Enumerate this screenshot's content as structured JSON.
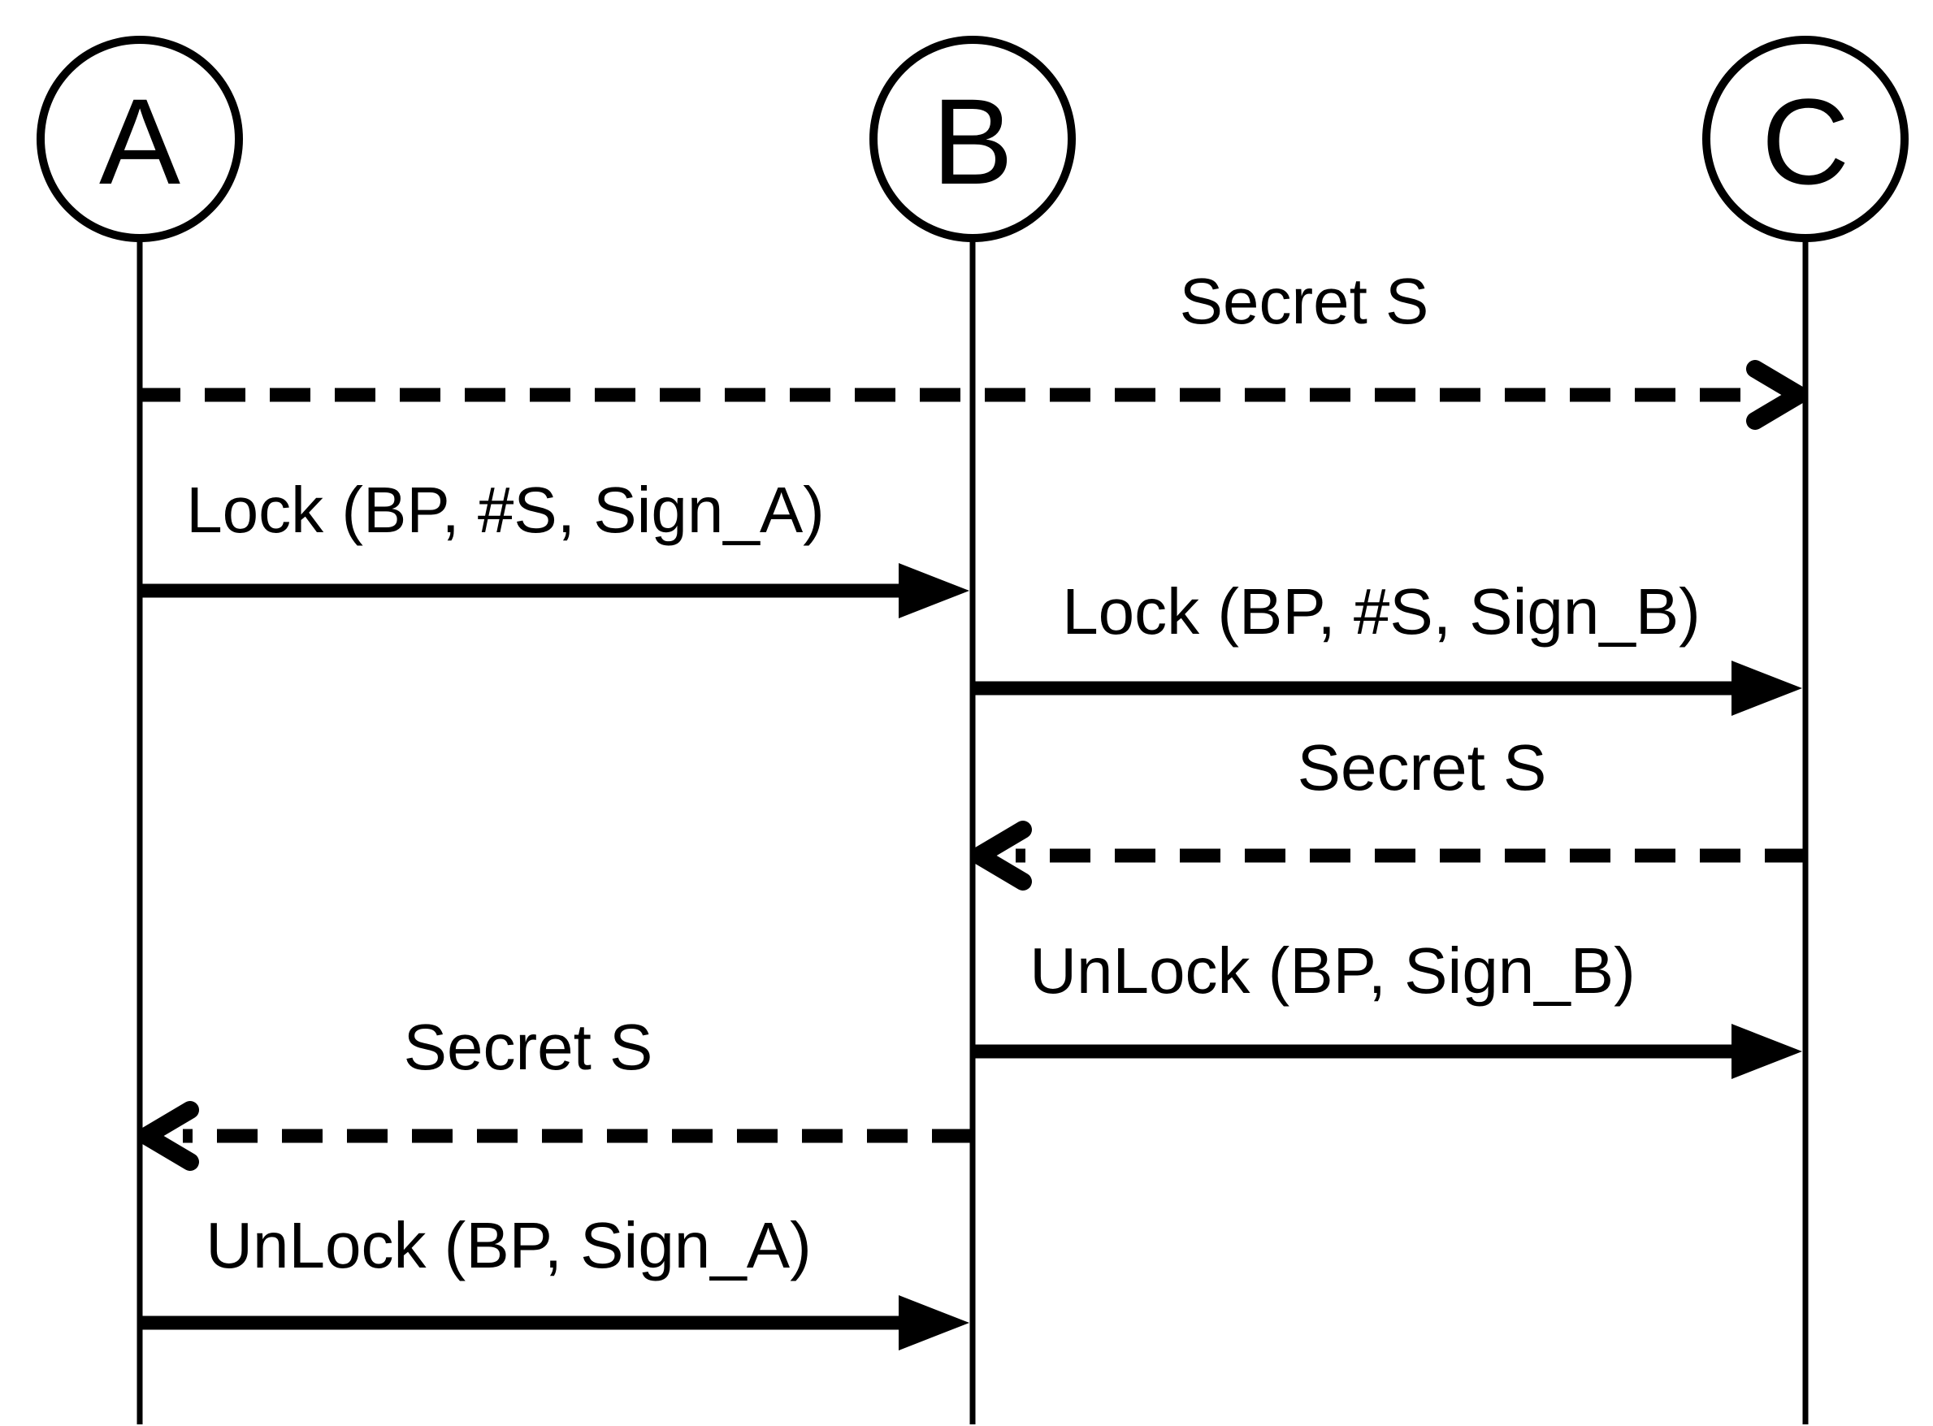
{
  "diagram": {
    "title": "Lock/Unlock secret exchange sequence diagram",
    "background_color": "#ffffff",
    "line_color": "#000000",
    "actors": [
      {
        "id": "A",
        "label": "A"
      },
      {
        "id": "B",
        "label": "B"
      },
      {
        "id": "C",
        "label": "C"
      }
    ],
    "messages": [
      {
        "from": "A",
        "to": "C",
        "label": "Secret S",
        "style": "dashed"
      },
      {
        "from": "A",
        "to": "B",
        "label": "Lock (BP, #S, Sign_A)",
        "style": "solid"
      },
      {
        "from": "B",
        "to": "C",
        "label": "Lock (BP, #S, Sign_B)",
        "style": "solid"
      },
      {
        "from": "C",
        "to": "B",
        "label": "Secret S",
        "style": "dashed"
      },
      {
        "from": "B",
        "to": "C",
        "label": "UnLock (BP, Sign_B)",
        "style": "solid"
      },
      {
        "from": "B",
        "to": "A",
        "label": "Secret S",
        "style": "dashed"
      },
      {
        "from": "A",
        "to": "B",
        "label": "UnLock (BP, Sign_A)",
        "style": "solid"
      }
    ]
  }
}
